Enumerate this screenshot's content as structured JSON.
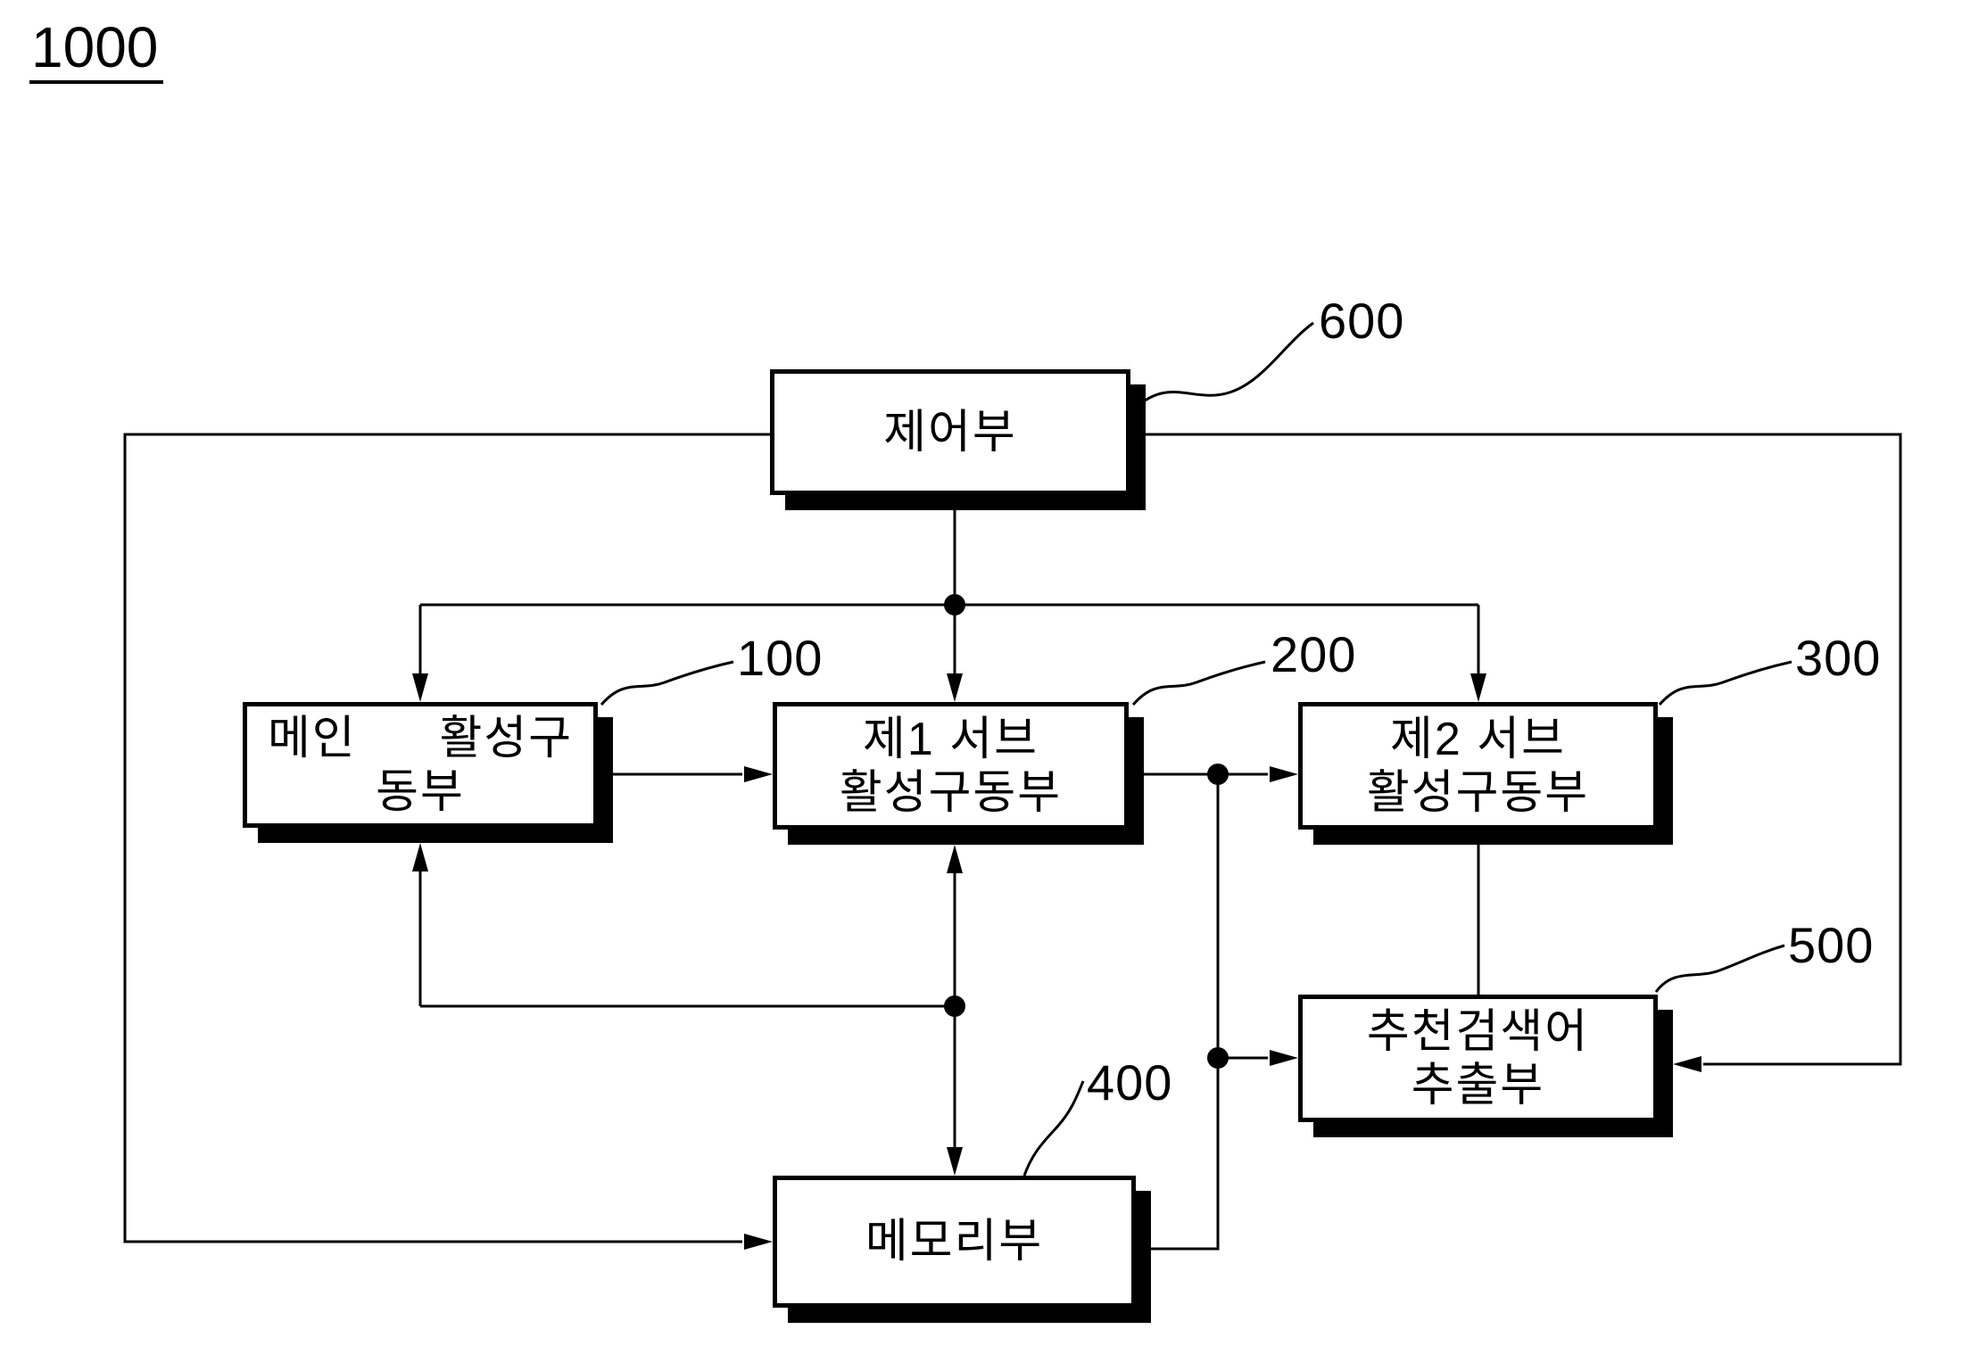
{
  "figure_ref": "1000",
  "boxes": {
    "ctrl": {
      "label": "제어부",
      "ref": "600"
    },
    "main": {
      "label": "메인  활성구동부",
      "ref": "100"
    },
    "sub1": {
      "label": "제1 서브\n활성구동부",
      "ref": "200"
    },
    "sub2": {
      "label": "제2 서브\n활성구동부",
      "ref": "300"
    },
    "mem": {
      "label": "메모리부",
      "ref": "400"
    },
    "rec": {
      "label": "추천검색어\n추출부",
      "ref": "500"
    }
  },
  "colors": {
    "line": "#000000",
    "background": "#ffffff"
  }
}
